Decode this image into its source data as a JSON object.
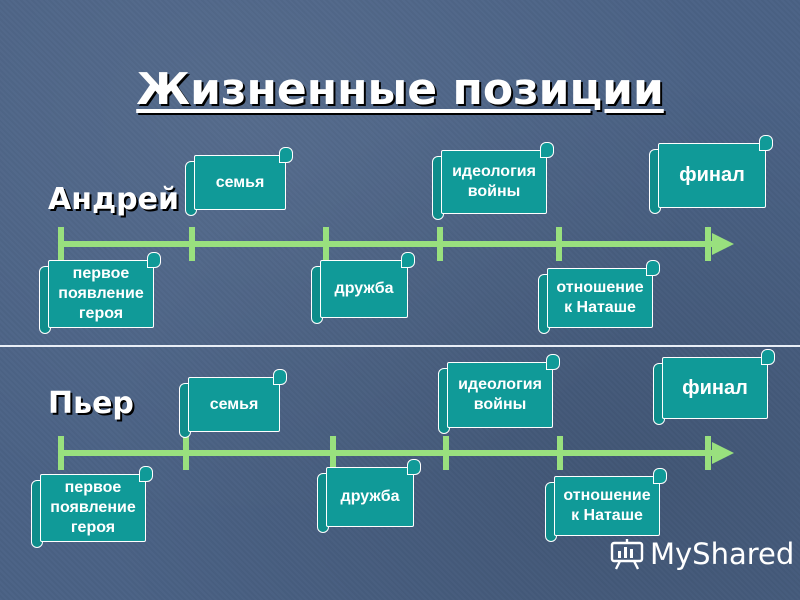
{
  "title": "Жизненные позиции",
  "rows": [
    {
      "person": "Андрей",
      "events": {
        "first": "первое\nпоявление\nгероя",
        "family": "семья",
        "friendship": "дружба",
        "ideology": "идеология\nвойны",
        "natasha": "отношение\nк Наташе",
        "final": "финал"
      }
    },
    {
      "person": "Пьер",
      "events": {
        "first": "первое\nпоявление\nгероя",
        "family": "семья",
        "friendship": "дружба",
        "ideology": "идеология\nвойны",
        "natasha": "отношение\nк Наташе",
        "final": "финал"
      }
    }
  ],
  "watermark": "MyShared",
  "colors": {
    "background": "#4a6285",
    "timeline": "#99e07e",
    "scroll": "#109a98",
    "text": "#ffffff"
  }
}
